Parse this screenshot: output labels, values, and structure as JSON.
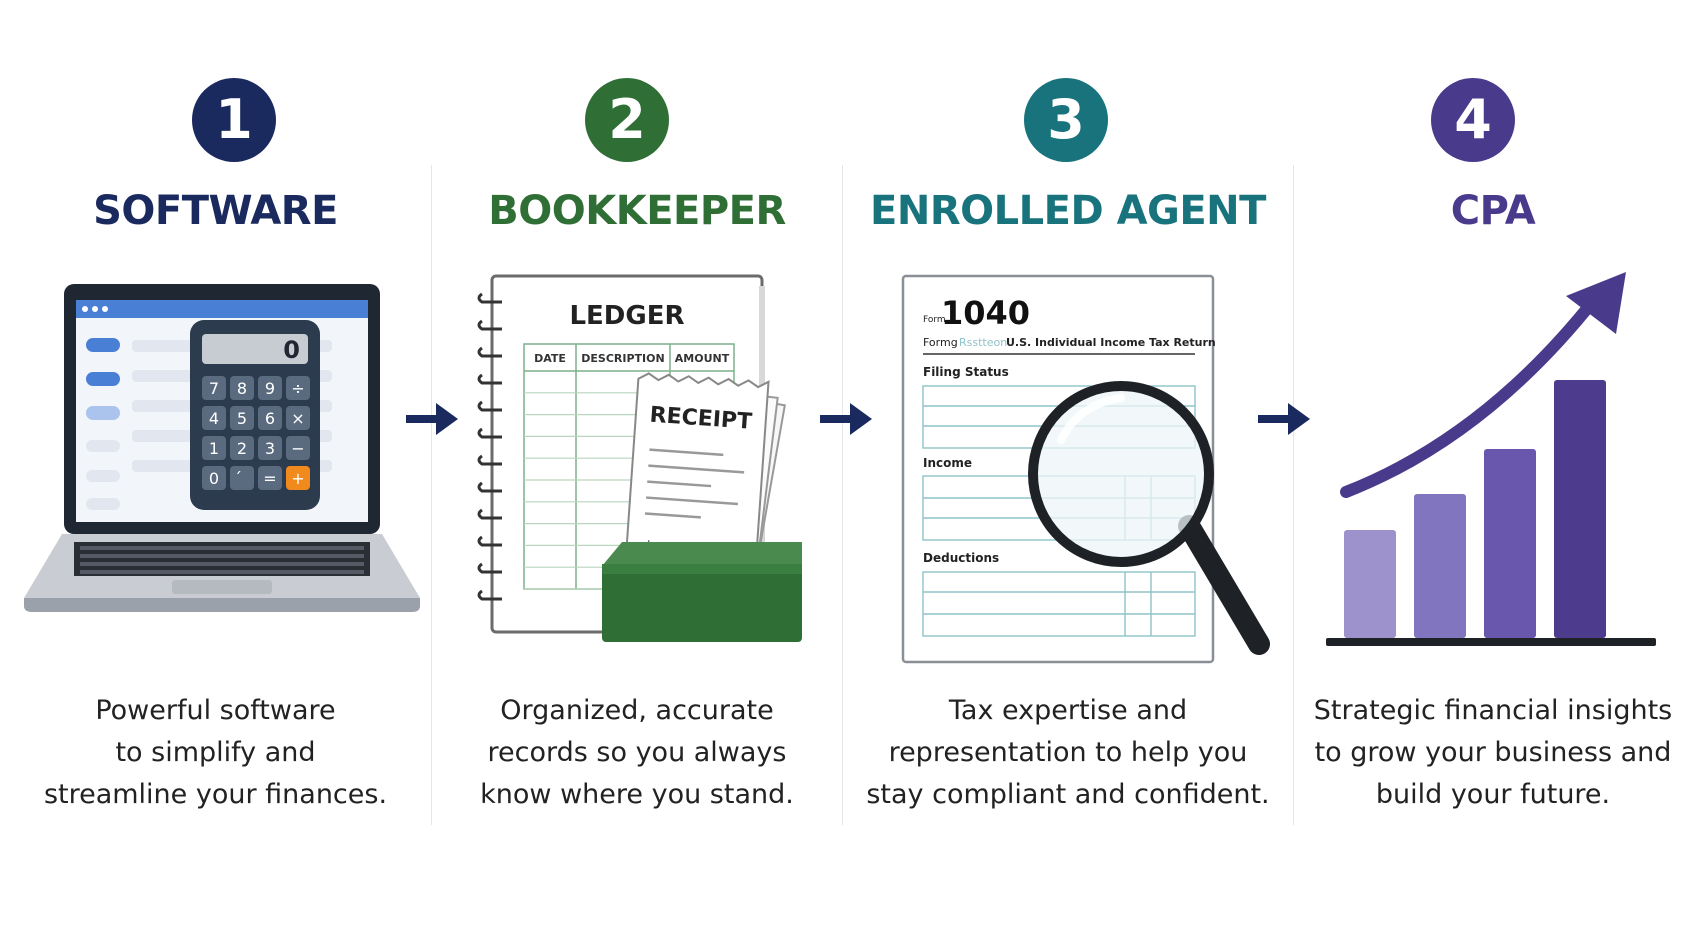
{
  "steps": [
    {
      "number": "1",
      "title": "SOFTWARE",
      "color": "#1b2a5e",
      "description": [
        "Powerful software",
        "to simplify and",
        "streamline your finances."
      ],
      "calculator": {
        "display": "0",
        "keys": [
          "7",
          "8",
          "9",
          "÷",
          "4",
          "5",
          "6",
          "×",
          "1",
          "2",
          "3",
          "−",
          "0",
          "́",
          "=",
          "+"
        ]
      }
    },
    {
      "number": "2",
      "title": "BOOKKEEPER",
      "color": "#2f6e35",
      "description": [
        "Organized, accurate",
        "records so you always",
        "know where you stand."
      ],
      "ledger": {
        "title": "LEDGER",
        "columns": [
          "DATE",
          "DESCRIPTION",
          "AMOUNT"
        ]
      },
      "receipt": {
        "title": "RECEIPT",
        "currency": "$"
      }
    },
    {
      "number": "3",
      "title": "ENROLLED AGENT",
      "color": "#18737c",
      "description": [
        "Tax expertise and",
        "representation to help you",
        "stay compliant and confident."
      ],
      "form": {
        "form_label": "Form",
        "form_number": "1040",
        "subtitle_prefix": "Formg",
        "subtitle_faded": "Rsstteon",
        "subtitle": "U.S. Individual Income Tax Return",
        "sections": [
          "Filing Status",
          "Income",
          "Deductions"
        ]
      }
    },
    {
      "number": "4",
      "title": "CPA",
      "color": "#4a3a8c",
      "description": [
        "Strategic financial insights",
        "to grow your business and",
        "build your future."
      ],
      "chart": {
        "bars": [
          0.36,
          0.48,
          0.63,
          0.86
        ]
      }
    }
  ],
  "colors": {
    "arrow": "#1b2a5e",
    "bar_colors": [
      "#9d92cc",
      "#8275bf",
      "#6857ad",
      "#4d3b8d"
    ]
  }
}
